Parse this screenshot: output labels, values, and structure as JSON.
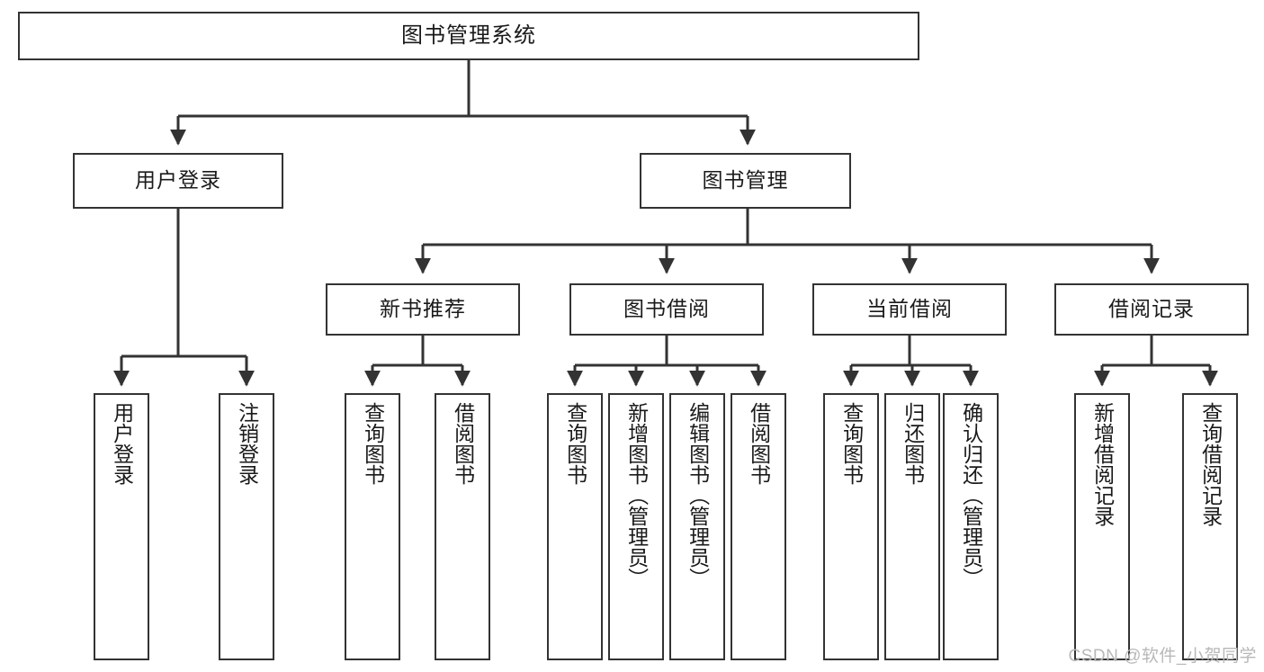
{
  "diagram": {
    "title": "图书管理系统",
    "type": "tree-hierarchy-chart",
    "watermark": "CSDN @软件_小贺同学",
    "colors": {
      "box_border": "#333333",
      "box_fill": "#ffffff",
      "edge": "#333333",
      "text": "#1a1a1a",
      "watermark": "#b8b8b8",
      "background": "#ffffff"
    },
    "nodes": {
      "root": {
        "label": "图书管理系统"
      },
      "level2": [
        {
          "id": "user-login",
          "label": "用户登录"
        },
        {
          "id": "book-management",
          "label": "图书管理"
        }
      ],
      "level3": [
        {
          "id": "new-book-recommend",
          "label": "新书推荐"
        },
        {
          "id": "book-borrow",
          "label": "图书借阅"
        },
        {
          "id": "current-borrow",
          "label": "当前借阅"
        },
        {
          "id": "borrow-record",
          "label": "借阅记录"
        }
      ],
      "leaves": {
        "user-login": [
          {
            "id": "leaf-user-login",
            "label": "用户登录"
          },
          {
            "id": "leaf-logout",
            "label": "注销登录"
          }
        ],
        "new-book-recommend": [
          {
            "id": "leaf-query-book-1",
            "label": "查询图书"
          },
          {
            "id": "leaf-borrow-book-1",
            "label": "借阅图书"
          }
        ],
        "book-borrow": [
          {
            "id": "leaf-query-book-2",
            "label": "查询图书"
          },
          {
            "id": "leaf-add-book",
            "label": "新增图书（管理员）"
          },
          {
            "id": "leaf-edit-book",
            "label": "编辑图书（管理员）"
          },
          {
            "id": "leaf-borrow-book-2",
            "label": "借阅图书"
          }
        ],
        "current-borrow": [
          {
            "id": "leaf-query-book-3",
            "label": "查询图书"
          },
          {
            "id": "leaf-return-book",
            "label": "归还图书"
          },
          {
            "id": "leaf-confirm-return",
            "label": "确认归还（管理员）"
          }
        ],
        "borrow-record": [
          {
            "id": "leaf-add-record",
            "label": "新增借阅记录"
          },
          {
            "id": "leaf-query-record",
            "label": "查询借阅记录"
          }
        ]
      }
    },
    "edges": [
      {
        "from": "图书管理系统",
        "to": "用户登录"
      },
      {
        "from": "图书管理系统",
        "to": "图书管理"
      },
      {
        "from": "图书管理",
        "to": "新书推荐"
      },
      {
        "from": "图书管理",
        "to": "图书借阅"
      },
      {
        "from": "图书管理",
        "to": "当前借阅"
      },
      {
        "from": "图书管理",
        "to": "借阅记录"
      },
      {
        "from": "用户登录",
        "to": "用户登录"
      },
      {
        "from": "用户登录",
        "to": "注销登录"
      },
      {
        "from": "新书推荐",
        "to": "查询图书"
      },
      {
        "from": "新书推荐",
        "to": "借阅图书"
      },
      {
        "from": "图书借阅",
        "to": "查询图书"
      },
      {
        "from": "图书借阅",
        "to": "新增图书（管理员）"
      },
      {
        "from": "图书借阅",
        "to": "编辑图书（管理员）"
      },
      {
        "from": "图书借阅",
        "to": "借阅图书"
      },
      {
        "from": "当前借阅",
        "to": "查询图书"
      },
      {
        "from": "当前借阅",
        "to": "归还图书"
      },
      {
        "from": "当前借阅",
        "to": "确认归还（管理员）"
      },
      {
        "from": "借阅记录",
        "to": "新增借阅记录"
      },
      {
        "from": "借阅记录",
        "to": "查询借阅记录"
      }
    ]
  }
}
